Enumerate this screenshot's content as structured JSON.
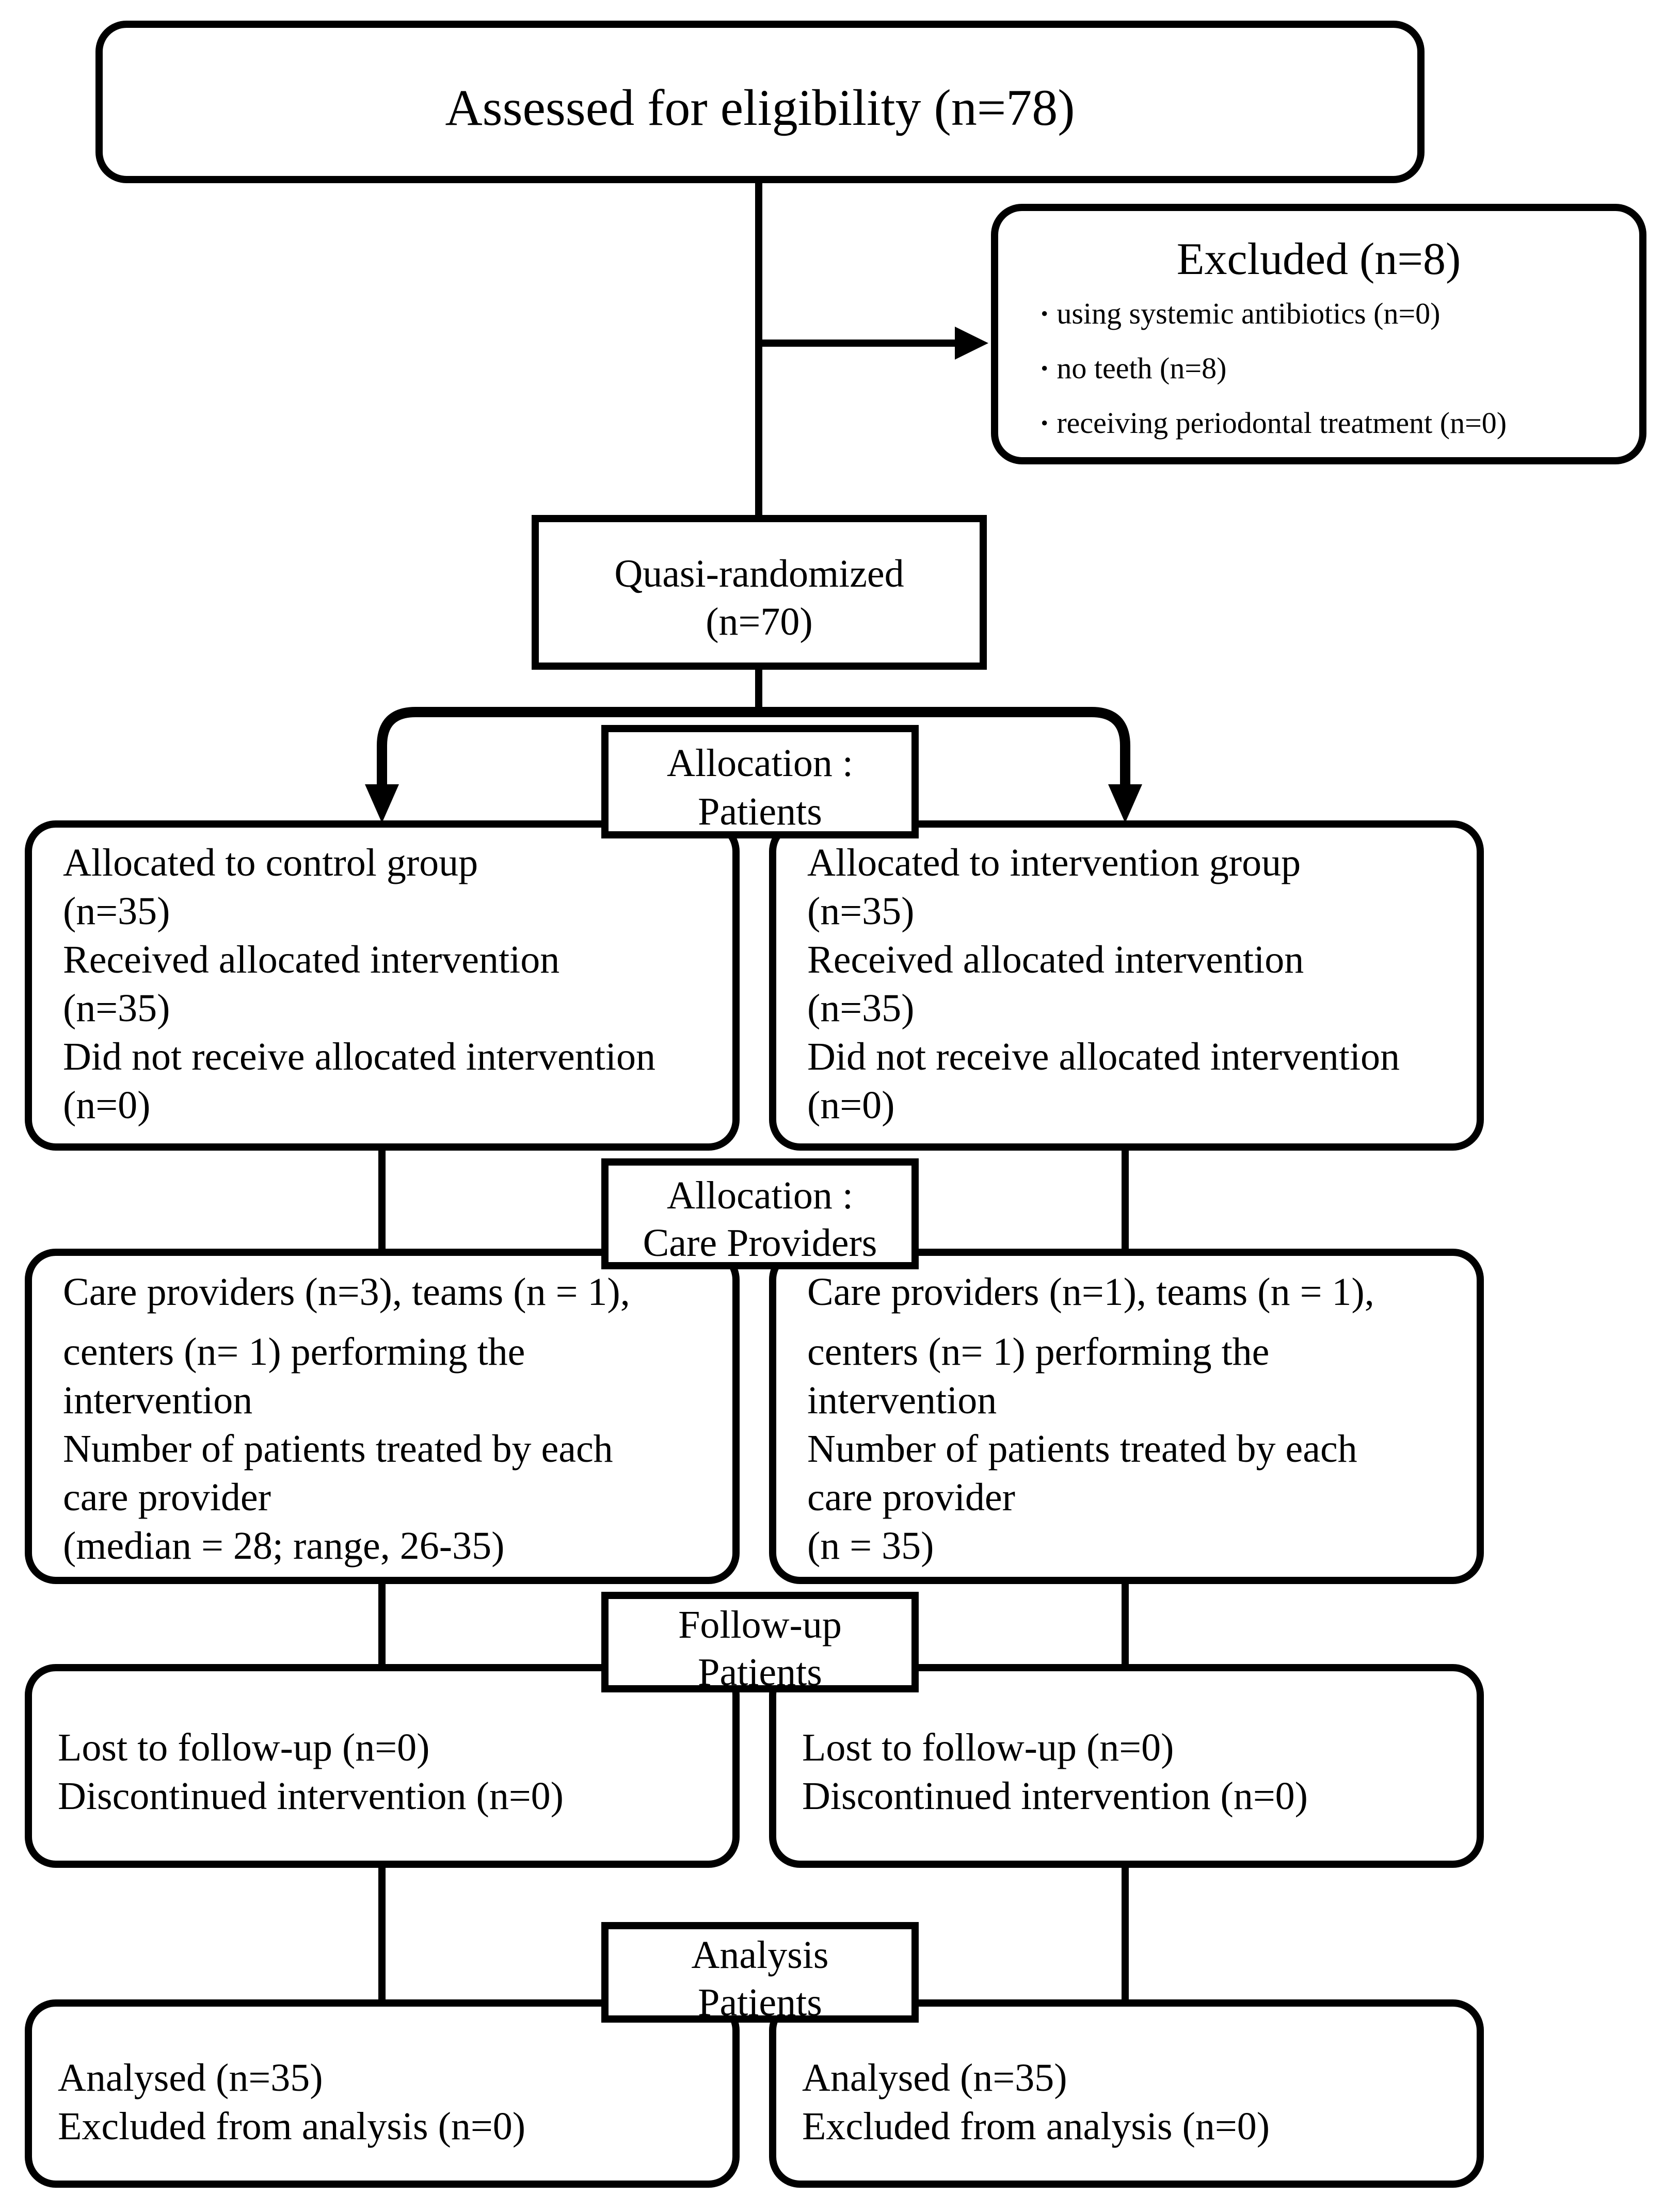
{
  "enrollment": {
    "assessed": "Assessed for eligibility (n=78)"
  },
  "excluded": {
    "title": "Excluded (n=8)",
    "reasons": [
      "using systemic antibiotics (n=0)",
      "no teeth (n=8)",
      "receiving periodontal treatment (n=0)"
    ]
  },
  "randomized": {
    "line1": "Quasi-randomized",
    "line2": "(n=70)"
  },
  "stage_labels": {
    "allocation_patients": [
      "Allocation :",
      "Patients"
    ],
    "allocation_care": [
      "Allocation :",
      "Care Providers"
    ],
    "followup": [
      "Follow-up",
      "Patients"
    ],
    "analysis": [
      "Analysis",
      "Patients"
    ]
  },
  "control": {
    "allocation": [
      "Allocated to control group",
      "(n=35)",
      "Received allocated intervention",
      "(n=35)",
      "Did not receive allocated intervention",
      "(n=0)"
    ],
    "care_providers": [
      "Care providers (n=3),    teams (n = 1),",
      "centers (n= 1) performing the",
      "intervention",
      "Number of patients treated by each",
      "care provider",
      "(median = 28; range, 26-35)"
    ],
    "followup": [
      "Lost to follow-up (n=0)",
      "Discontinued intervention (n=0)"
    ],
    "analysis": [
      "Analysed (n=35)",
      "Excluded from analysis (n=0)"
    ]
  },
  "intervention": {
    "allocation": [
      "Allocated to intervention group",
      "(n=35)",
      "Received allocated intervention",
      "(n=35)",
      "Did not receive allocated intervention",
      "(n=0)"
    ],
    "care_providers": [
      "Care providers (n=1),    teams (n = 1),",
      "centers (n= 1) performing the",
      "intervention",
      "Number of patients treated by each",
      "care provider",
      "(n = 35)"
    ],
    "followup": [
      "Lost to follow-up (n=0)",
      "Discontinued intervention (n=0)"
    ],
    "analysis": [
      "Analysed (n=35)",
      "Excluded from analysis (n=0)"
    ]
  }
}
